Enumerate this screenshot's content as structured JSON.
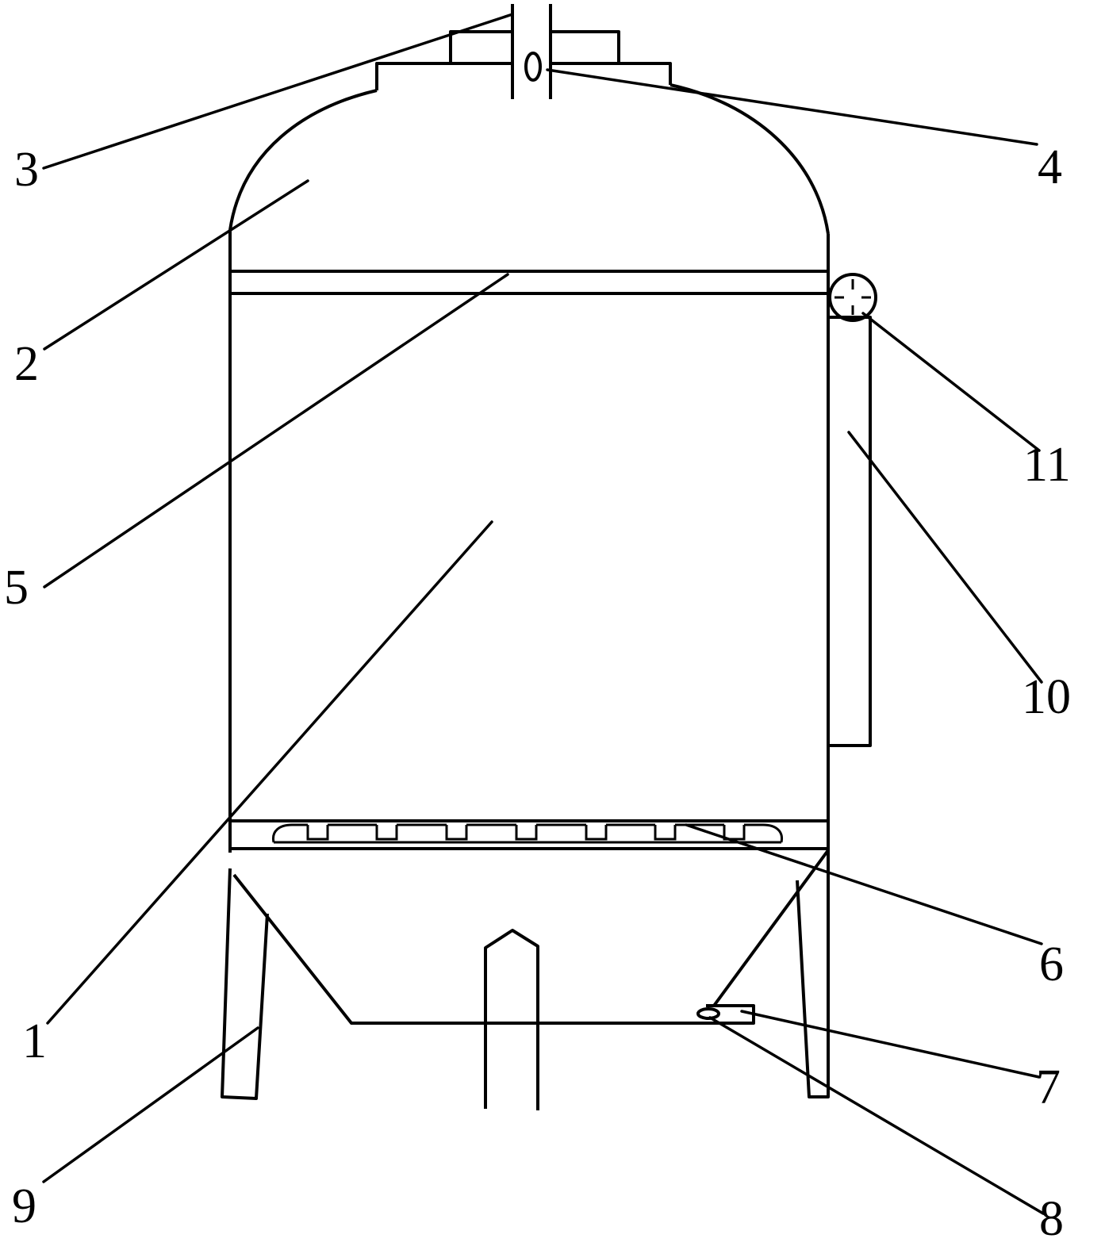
{
  "diagram": {
    "labels": {
      "l1": "1",
      "l2": "2",
      "l3": "3",
      "l4": "4",
      "l5": "5",
      "l6": "6",
      "l7": "7",
      "l8": "8",
      "l9": "9",
      "l10": "10",
      "l11": "11"
    },
    "colors": {
      "line": "#000000",
      "background": "#ffffff"
    }
  }
}
